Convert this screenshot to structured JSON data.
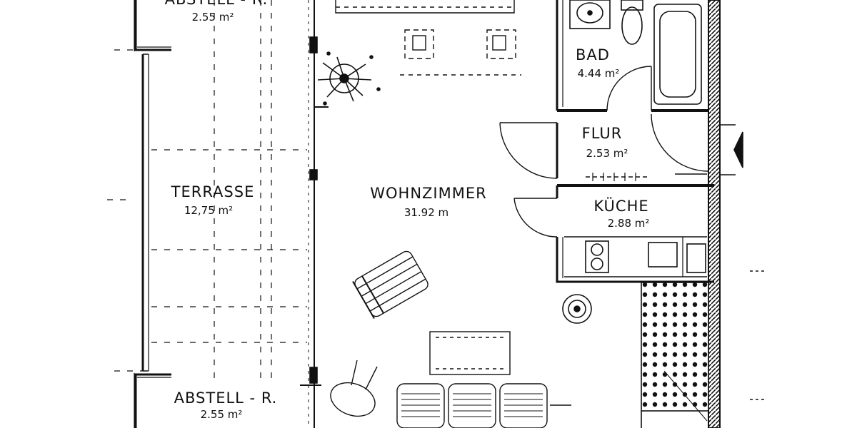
{
  "rooms": {
    "abstell_top": {
      "name": "ABSTELL - R.",
      "area": "2.55 m²"
    },
    "terrasse": {
      "name": "TERRASSE",
      "area": "12,75 m²"
    },
    "abstell_bottom": {
      "name": "ABSTELL - R.",
      "area": "2.55 m²"
    },
    "wohnzimmer": {
      "name": "WOHNZIMMER",
      "area": "31.92 m"
    },
    "bad": {
      "name": "BAD",
      "area": "4.44 m²"
    },
    "flur": {
      "name": "FLUR",
      "area": "2.53 m²"
    },
    "kueche": {
      "name": "KÜCHE",
      "area": "2.88 m²"
    }
  },
  "colors": {
    "line": "#111111",
    "paper": "#ffffff",
    "wall": "#1a1a1a"
  }
}
